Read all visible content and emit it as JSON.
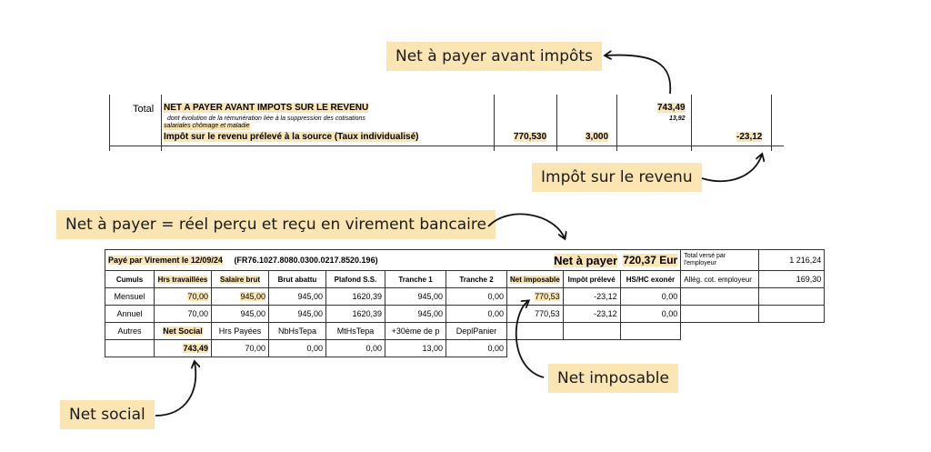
{
  "callouts": {
    "net_avant_impots": "Net à payer avant impôts",
    "impot_revenu": "Impôt sur le revenu",
    "net_a_payer": "Net à payer = réel perçu et reçu en virement bancaire",
    "net_imposable": "Net imposable",
    "net_social": "Net social"
  },
  "top_table": {
    "total_label": "Total",
    "title": "NET A PAYER AVANT IMPOTS SUR LE REVENU",
    "subnote_line1": "dont évolution de la rémunération liée à la suppression des cotisations",
    "subnote_line2": "salariales chômage et maladie",
    "tax_label": "Impôt sur le revenu prélevé à la source (Taux individualisé)",
    "net_value": "743,49",
    "subnote_value": "13,92",
    "tax_base": "770,530",
    "tax_rate": "3,000",
    "tax_amount": "-23,12"
  },
  "pay_table": {
    "payment_label": "Payé par Virement le 12/09/24",
    "iban": "(FR76.1027.8080.0300.0217.8520.196)",
    "net_label": "Net à payer",
    "net_value": "720,37 Eur",
    "total_verse_label": "Total versé par l'employeur",
    "total_verse_value": "1 216,24",
    "alleg_label": "Allég. cot. employeur",
    "alleg_value": "169,30",
    "headers": [
      "Cumuls",
      "Hrs travaillées",
      "Salaire brut",
      "Brut abattu",
      "Plafond S.S.",
      "Tranche 1",
      "Tranche 2",
      "Net imposable",
      "Impôt prélevé",
      "HS/HC exonér"
    ],
    "rows": [
      [
        "Mensuel",
        "70,00",
        "945,00",
        "945,00",
        "1620,39",
        "945,00",
        "0,00",
        "770,53",
        "-23,12",
        "0,00"
      ],
      [
        "Annuel",
        "70,00",
        "945,00",
        "945,00",
        "1620,39",
        "945,00",
        "0,00",
        "770,53",
        "-23,12",
        "0,00"
      ]
    ],
    "autres_headers": [
      "Autres",
      "Net Social",
      "Hrs Payées",
      "NbHsTepa",
      "MtHsTepa",
      "+30ème de p",
      "DeplPanier"
    ],
    "autres_values": [
      "",
      "743,49",
      "70,00",
      "0,00",
      "0,00",
      "13,00",
      "0,00"
    ]
  },
  "colors": {
    "highlight": "#fbe5b3",
    "border": "#333333"
  }
}
